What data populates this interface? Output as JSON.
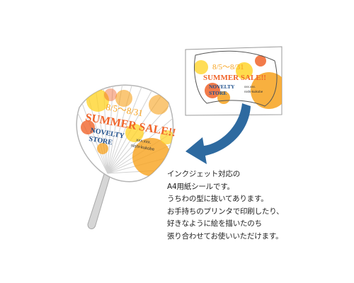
{
  "sheet": {
    "date": "8/5～8/31",
    "headline": "SUMMER SALE!!",
    "store_line1": "NOVELTY",
    "store_line2": "STORE",
    "address": "xxx.xxx.",
    "url": "nishi-kuikobe"
  },
  "fan": {
    "date": "8/5～8/31",
    "headline": "SUMMER SALE!!",
    "store_line1": "NOVELTY",
    "store_line2": "STORE",
    "address": "xxx.xxx.",
    "url": "nishi-kukobe"
  },
  "description": {
    "lines": [
      "インクジェット対応の",
      "A4用紙シールです。",
      "うちわの型に抜いてあります。",
      "お手持ちのプリンタで印刷したり、",
      "好きなように絵を描いたのち",
      "張り合わせてお使いいただけます。"
    ]
  },
  "colors": {
    "orange": "#f7a21d",
    "red_orange": "#f0642a",
    "yellow": "#ffd21f",
    "navy": "#1e4f8c",
    "arrow": "#2e6aa0",
    "gray": "#c4c4c4"
  }
}
